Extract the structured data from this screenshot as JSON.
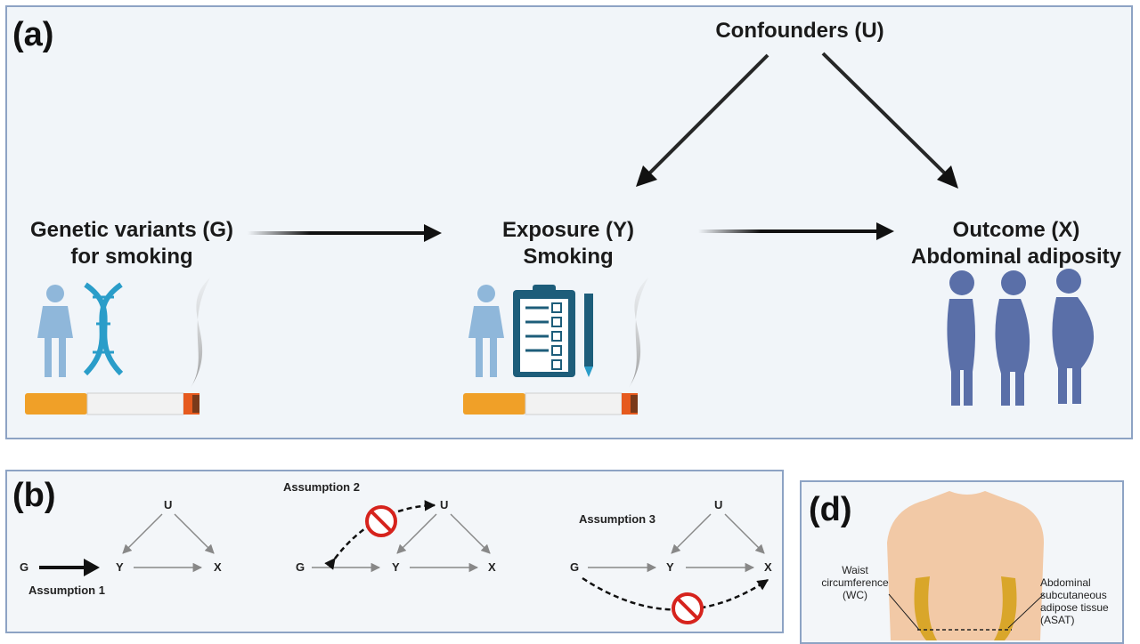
{
  "panel_a": {
    "letter": "(a)",
    "confounders": "Confounders (U)",
    "genetic_line1": "Genetic variants (G)",
    "genetic_line2": "for smoking",
    "exposure_line1": "Exposure (Y)",
    "exposure_line2": "Smoking",
    "outcome_line1": "Outcome (X)",
    "outcome_line2": "Abdominal adiposity"
  },
  "panel_b": {
    "letter": "(b)",
    "node_u": "U",
    "node_g": "G",
    "node_y": "Y",
    "node_x": "X",
    "assumption1": "Assumption 1",
    "assumption2": "Assumption 2",
    "assumption3": "Assumption 3"
  },
  "panel_d": {
    "letter": "(d)",
    "waist_label": "Waist circumference (WC)",
    "asat_label": "Abdominal subcutaneous adipose tissue (ASAT)"
  },
  "colors": {
    "panel_border": "#8da3c4",
    "icon_blue": "#5a6fa8",
    "dna_teal": "#2a9dc9",
    "clipboard": "#1d5d7a",
    "cigarette_filter": "#f0a028",
    "no_sign": "#d6231d",
    "fat_tissue": "#d9a62a"
  }
}
